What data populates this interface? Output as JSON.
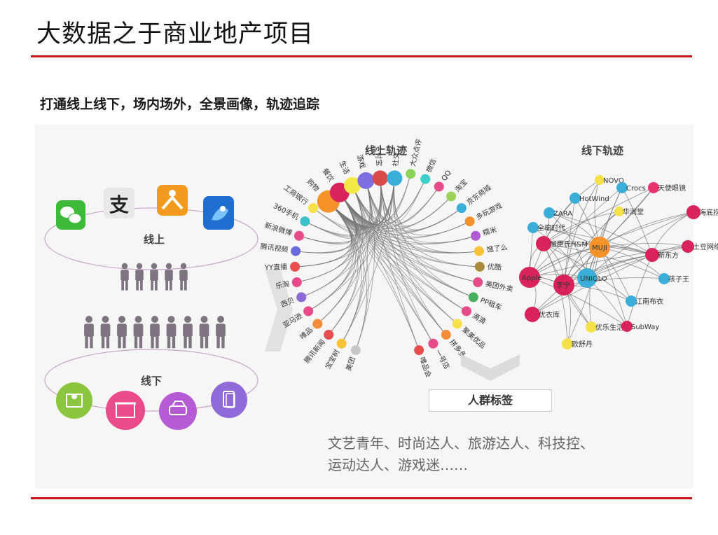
{
  "header": {
    "title": "大数据之于商业地产项目"
  },
  "subtitle": "打通线上线下，场内场外，全景画像，轨迹追踪",
  "left": {
    "online_label": "线上",
    "offline_label": "线下",
    "online_icons": [
      "wechat-icon",
      "alipay-icon",
      "app-icon",
      "qq-browser-icon"
    ],
    "offline_icons": [
      "map-icon",
      "store-icon",
      "car-icon",
      "mobile-icon"
    ],
    "icon_colors": {
      "wechat": "#3dba3a",
      "alipay_bg": "#e8e8e8",
      "app": "#f39a1e",
      "qq": "#1f6fd1",
      "map": "#8cc63f",
      "store": "#e94b8b",
      "car": "#b55bd6",
      "mobile": "#8f6ad8"
    }
  },
  "online_graph": {
    "title": "线上轨迹",
    "nodes": [
      {
        "label": "美团",
        "color": "#c7c7c7"
      },
      {
        "label": "宝宝树",
        "color": "#f7c236"
      },
      {
        "label": "腾讯新闻",
        "color": "#e94d4d"
      },
      {
        "label": "唯品",
        "color": "#f38d3a"
      },
      {
        "label": "亚马逊",
        "color": "#e84b8a"
      },
      {
        "label": "西贝",
        "color": "#8c6ad8"
      },
      {
        "label": "乐淘",
        "color": "#e84b8a"
      },
      {
        "label": "YY直播",
        "color": "#e94d4d"
      },
      {
        "label": "腾讯视频",
        "color": "#6a6ae0"
      },
      {
        "label": "新浪微博",
        "color": "#e84b8a"
      },
      {
        "label": "360手机",
        "color": "#3dc1c8"
      },
      {
        "label": "工商银行",
        "color": "#f7e14a"
      },
      {
        "label": "购物",
        "color": "#f5922a"
      },
      {
        "label": "餐饮",
        "color": "#d8245a"
      },
      {
        "label": "生活",
        "color": "#f5e94a"
      },
      {
        "label": "游戏",
        "color": "#7c6de0"
      },
      {
        "label": "支付宝",
        "color": "#d94b4b"
      },
      {
        "label": "社交",
        "color": "#3aaed8"
      },
      {
        "label": "大众点评",
        "color": "#8cd35a"
      },
      {
        "label": "微信",
        "color": "#3dd0c8"
      },
      {
        "label": "QQ",
        "color": "#e84b8a"
      },
      {
        "label": "淘宝",
        "color": "#9ad35a"
      },
      {
        "label": "京东商城",
        "color": "#3ab0d8"
      },
      {
        "label": "多玩游戏",
        "color": "#f5922a"
      },
      {
        "label": "糯米",
        "color": "#b05ad8"
      },
      {
        "label": "饿了么",
        "color": "#f7c236"
      },
      {
        "label": "优酷",
        "color": "#a88a3a"
      },
      {
        "label": "美团外卖",
        "color": "#e84b8a"
      },
      {
        "label": "PP租车",
        "color": "#4ab060"
      },
      {
        "label": "滴滴",
        "color": "#e84b8a"
      },
      {
        "label": "聚美优品",
        "color": "#f7e14a"
      },
      {
        "label": "拼多多",
        "color": "#f38d3a"
      },
      {
        "label": "一号店",
        "color": "#e84b8a"
      },
      {
        "label": "唯品会",
        "color": "#e94d4d"
      }
    ]
  },
  "offline_graph": {
    "title": "线下轨迹",
    "nodes": [
      {
        "label": "NOVO",
        "color": "#f7e14a"
      },
      {
        "label": "Crocs",
        "color": "#3aaed8"
      },
      {
        "label": "天使眼镜",
        "color": "#e8336d"
      },
      {
        "label": "海底捞",
        "color": "#d8245a"
      },
      {
        "label": "HotWind",
        "color": "#3aaed8"
      },
      {
        "label": "ZARA",
        "color": "#3aaed8"
      },
      {
        "label": "华润堂",
        "color": "#f7e14a"
      },
      {
        "label": "全棉时代",
        "color": "#3aaed8"
      },
      {
        "label": "屈臣氏H&M",
        "color": "#d8245a"
      },
      {
        "label": "MUJI",
        "color": "#f5922a"
      },
      {
        "label": "新东方",
        "color": "#d8245a"
      },
      {
        "label": "土豆网络",
        "color": "#d8245a"
      },
      {
        "label": "Apple",
        "color": "#d8245a"
      },
      {
        "label": "UNIQLO",
        "color": "#3aaed8"
      },
      {
        "label": "孩子王",
        "color": "#3aaed8"
      },
      {
        "label": "李宁",
        "color": "#d8245a"
      },
      {
        "label": "江南布衣",
        "color": "#3aaed8"
      },
      {
        "label": "优衣库",
        "color": "#d8245a"
      },
      {
        "label": "优乐生活",
        "color": "#f7e14a"
      },
      {
        "label": "SubWay",
        "color": "#d8245a"
      },
      {
        "label": "欧舒丹",
        "color": "#f7e14a"
      }
    ]
  },
  "persona": {
    "box_label": "人群标签",
    "tags_line1": "文艺青年、时尚达人、旅游达人、科技控、",
    "tags_line2": "运动达人、游戏迷……"
  }
}
